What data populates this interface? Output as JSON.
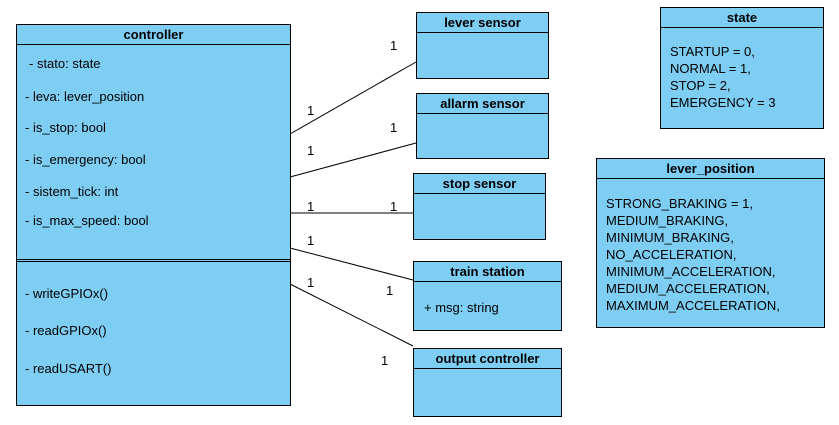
{
  "controller": {
    "title": "controller",
    "attributes": [
      "- stato: state",
      "- leva: lever_position",
      "- is_stop: bool",
      "- is_emergency: bool",
      "- sistem_tick: int",
      "- is_max_speed: bool"
    ],
    "methods": [
      "- writeGPIOx()",
      "- readGPIOx()",
      "- readUSART()"
    ]
  },
  "sensors": [
    {
      "title": "lever sensor",
      "attributes": []
    },
    {
      "title": "allarm sensor",
      "attributes": []
    },
    {
      "title": "stop sensor",
      "attributes": []
    },
    {
      "title": "train station",
      "attributes": [
        "+ msg: string"
      ]
    },
    {
      "title": "output controller",
      "attributes": []
    }
  ],
  "state_enum": {
    "title": "state",
    "values": [
      "STARTUP = 0,",
      "NORMAL = 1,",
      "STOP = 2,",
      "EMERGENCY = 3"
    ]
  },
  "lever_position_enum": {
    "title": "lever_position",
    "values": [
      "STRONG_BRAKING = 1,",
      "MEDIUM_BRAKING,",
      "MINIMUM_BRAKING,",
      "NO_ACCELERATION,",
      "MINIMUM_ACCELERATION,",
      "MEDIUM_ACCELERATION,",
      "MAXIMUM_ACCELERATION,"
    ]
  },
  "multiplicities": {
    "lever_ctrl": "1",
    "lever_sensor": "1",
    "allarm_ctrl": "1",
    "allarm_sensor": "1",
    "stop_ctrl": "1",
    "stop_sensor": "1",
    "station_ctrl": "1",
    "station_sensor": "1",
    "output_ctrl": "1",
    "output_sensor": "1"
  },
  "colors": {
    "box_fill": "#7ecef4",
    "line": "#000000"
  }
}
